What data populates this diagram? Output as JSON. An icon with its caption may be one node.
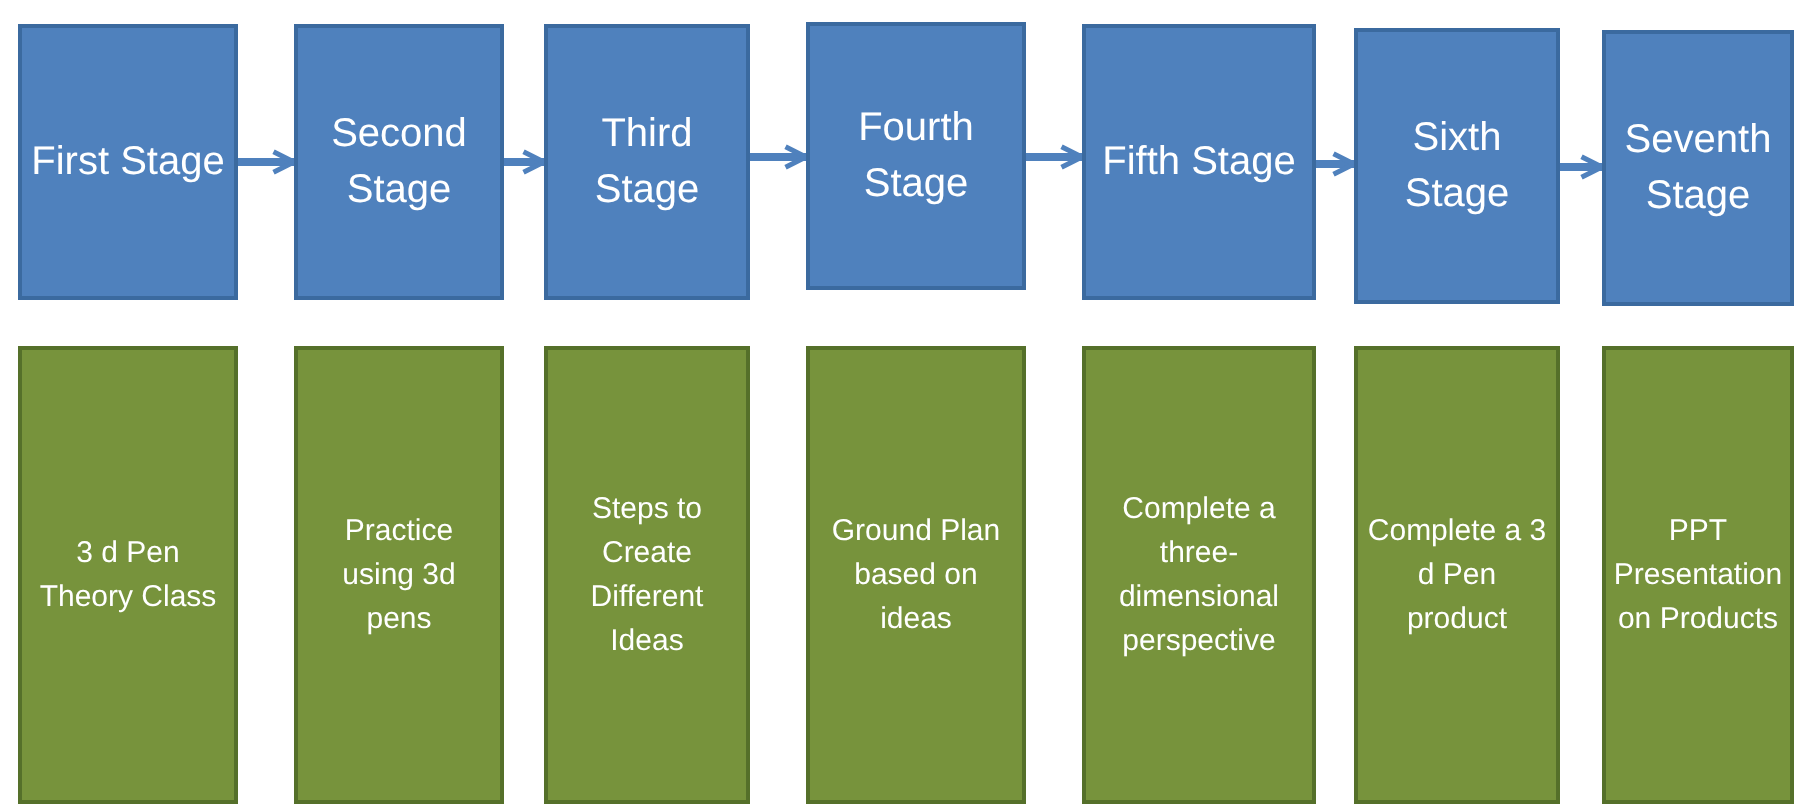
{
  "diagram": {
    "nodes": [
      {
        "text": [
          "First Stage"
        ]
      },
      {
        "text": [
          "Second Stage"
        ]
      },
      {
        "text": [
          "Third Stage"
        ]
      },
      {
        "text": [
          "Fourth Stage"
        ]
      },
      {
        "text": [
          "Fifth Stage"
        ]
      },
      {
        "text": [
          "Sixth Stage"
        ]
      },
      {
        "text": [
          "Seventh Stage"
        ]
      },
      {
        "text": [
          "3 d Pen Theory Class"
        ]
      },
      {
        "text": [
          "Practice using 3d pens"
        ]
      },
      {
        "text": [
          "Steps to Create Different Ideas"
        ]
      },
      {
        "text": [
          "Ground Plan based on ideas"
        ]
      },
      {
        "text": [
          "Complete a three-dimensional perspective"
        ]
      },
      {
        "text": [
          "Complete a 3 d Pen product"
        ]
      },
      {
        "text": [
          "PPT Presentation on Products"
        ]
      }
    ],
    "edges": [
      {
        "from": 0,
        "to": 1,
        "arrow": "to"
      },
      {
        "from": 1,
        "to": 2,
        "arrow": "to"
      },
      {
        "from": 2,
        "to": 3,
        "arrow": "to"
      },
      {
        "from": 3,
        "to": 4,
        "arrow": "to"
      },
      {
        "from": 4,
        "to": 5,
        "arrow": "to"
      },
      {
        "from": 5,
        "to": 6,
        "arrow": "to"
      }
    ]
  }
}
